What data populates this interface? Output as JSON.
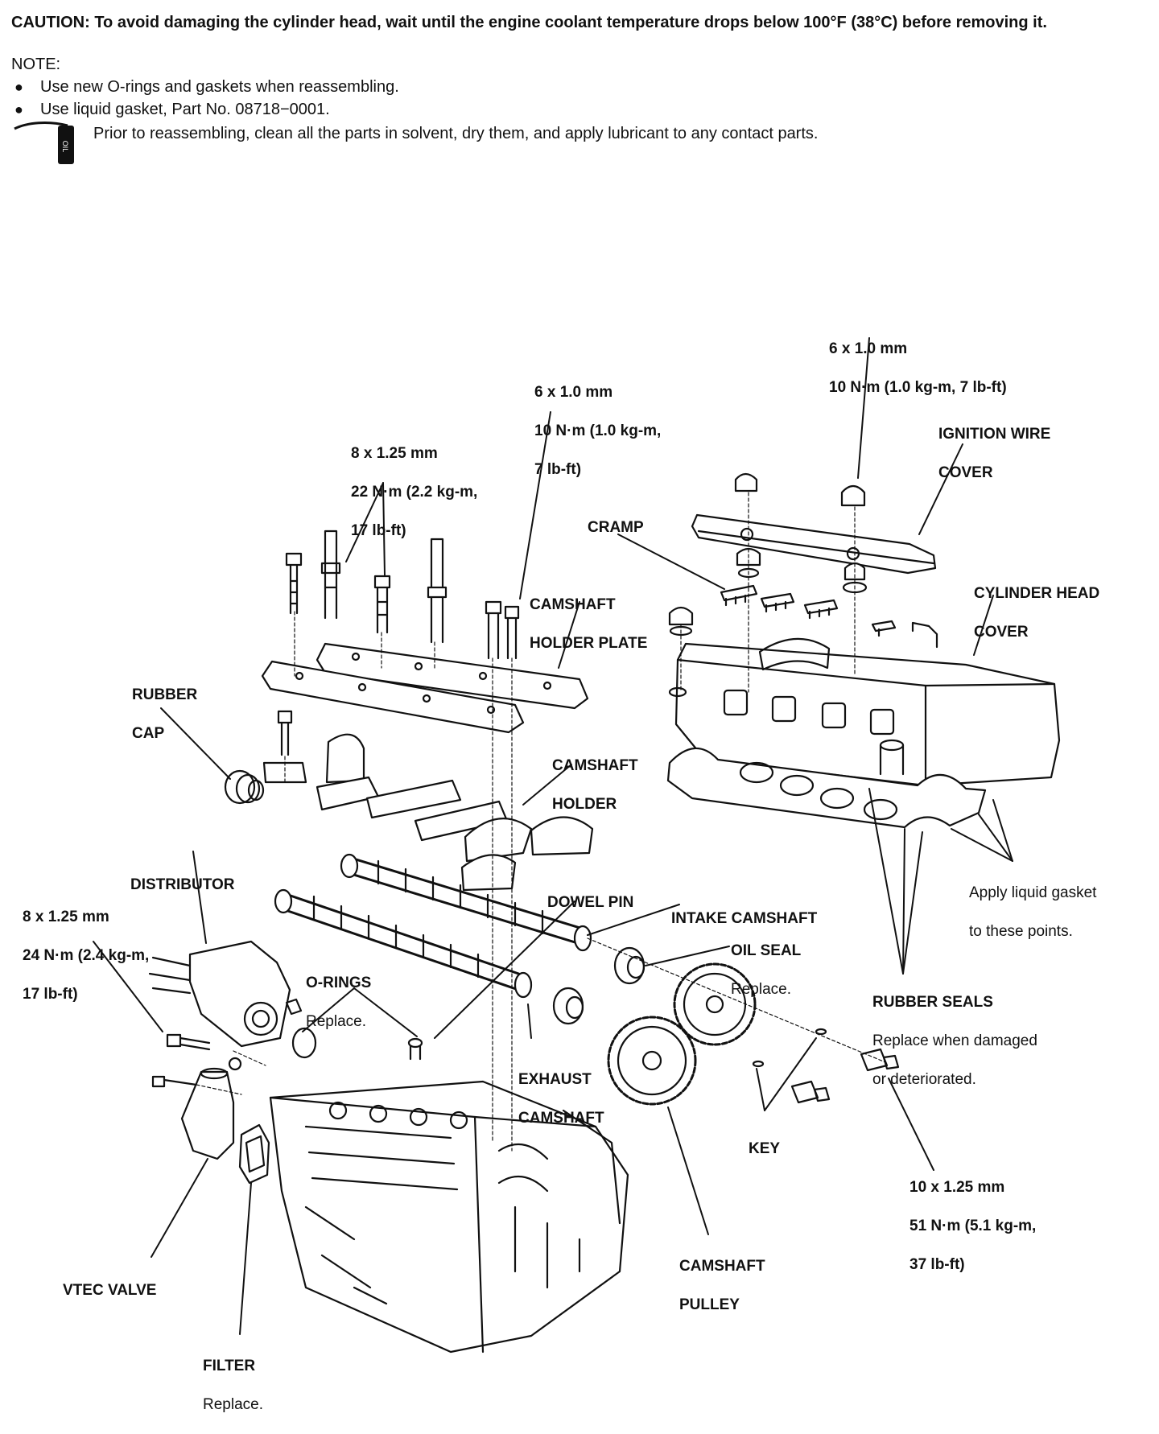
{
  "header": {
    "caution": "CAUTION:  To avoid damaging the cylinder head, wait until the engine coolant temperature drops below 100°F (38°C) before removing it.",
    "note_label": "NOTE:",
    "notes": [
      "Use new O-rings and gaskets when reassembling.",
      "Use liquid gasket, Part No. 08718−0001."
    ],
    "oil_note": "Prior to reassembling, clean all the parts in solvent, dry them, and apply lubricant to any contact parts.",
    "oil_icon_text": "OIL"
  },
  "labels": {
    "bolt_top_right": {
      "line1": "6 x 1.0 mm",
      "line2": "10 N·m (1.0 kg-m, 7 lb-ft)"
    },
    "bolt_mid": {
      "line1": "6 x 1.0 mm",
      "line2": "10 N·m (1.0 kg-m,",
      "line3": "7 lb-ft)"
    },
    "bolt_left": {
      "line1": "8 x 1.25 mm",
      "line2": "22 N·m (2.2 kg-m,",
      "line3": "17 lb-ft)"
    },
    "ignition_wire_cover": {
      "line1": "IGNITION WIRE",
      "line2": "COVER"
    },
    "cramp": "CRAMP",
    "cylinder_head_cover": {
      "line1": "CYLINDER HEAD",
      "line2": "COVER"
    },
    "camshaft_holder_plate": {
      "line1": "CAMSHAFT",
      "line2": "HOLDER PLATE"
    },
    "rubber_cap": {
      "line1": "RUBBER",
      "line2": "CAP"
    },
    "camshaft_holder": {
      "line1": "CAMSHAFT",
      "line2": "HOLDER"
    },
    "distributor": "DISTRIBUTOR",
    "distributor_bolt": {
      "line1": "8 x 1.25 mm",
      "line2": "24 N·m (2.4 kg-m,",
      "line3": "17 lb-ft)"
    },
    "dowel_pin": "DOWEL PIN",
    "intake_camshaft": "INTAKE CAMSHAFT",
    "oil_seal": {
      "line1": "OIL SEAL",
      "line2": "Replace."
    },
    "apply_gasket": {
      "line1": "Apply liquid gasket",
      "line2": "to these points."
    },
    "o_rings": {
      "line1": "O-RINGS",
      "line2": "Replace."
    },
    "rubber_seals": {
      "line1": "RUBBER SEALS",
      "line2": "Replace when damaged",
      "line3": "or deteriorated."
    },
    "exhaust_camshaft": {
      "line1": "EXHAUST",
      "line2": "CAMSHAFT"
    },
    "key": "KEY",
    "pulley_bolt": {
      "line1": "10 x 1.25 mm",
      "line2": "51 N·m (5.1 kg-m,",
      "line3": "37 lb-ft)"
    },
    "vtec_valve": "VTEC VALVE",
    "camshaft_pulley": {
      "line1": "CAMSHAFT",
      "line2": "PULLEY"
    },
    "filter": {
      "line1": "FILTER",
      "line2": "Replace."
    }
  }
}
